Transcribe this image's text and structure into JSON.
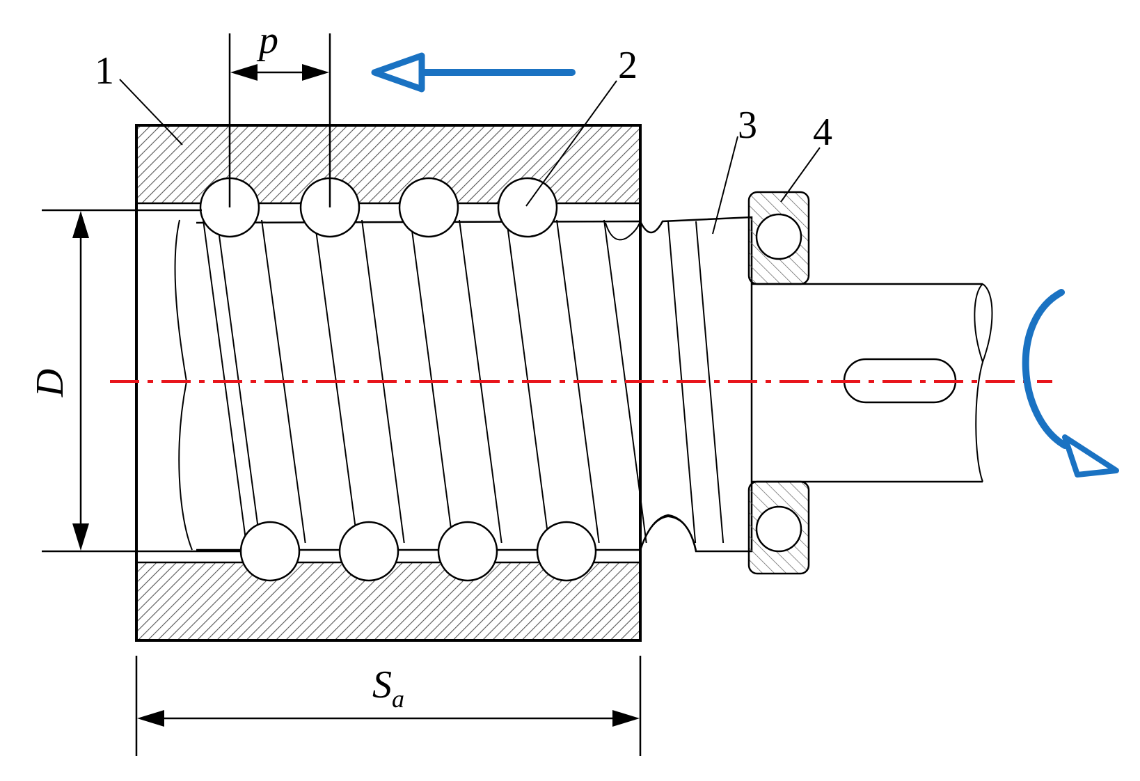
{
  "labels": {
    "part_1": "1",
    "part_2": "2",
    "part_3": "3",
    "part_4": "4",
    "pitch": "p",
    "diameter": "D",
    "stroke_main": "S",
    "stroke_sub": "a"
  },
  "colors": {
    "outline": "#000000",
    "axis": "#e8151b",
    "motion_arrow": "#1a72c2",
    "hatch": "#555555",
    "background": "#ffffff"
  },
  "icons": {
    "linear_motion": "arrow-left-icon",
    "rotation": "curved-arrow-icon"
  }
}
